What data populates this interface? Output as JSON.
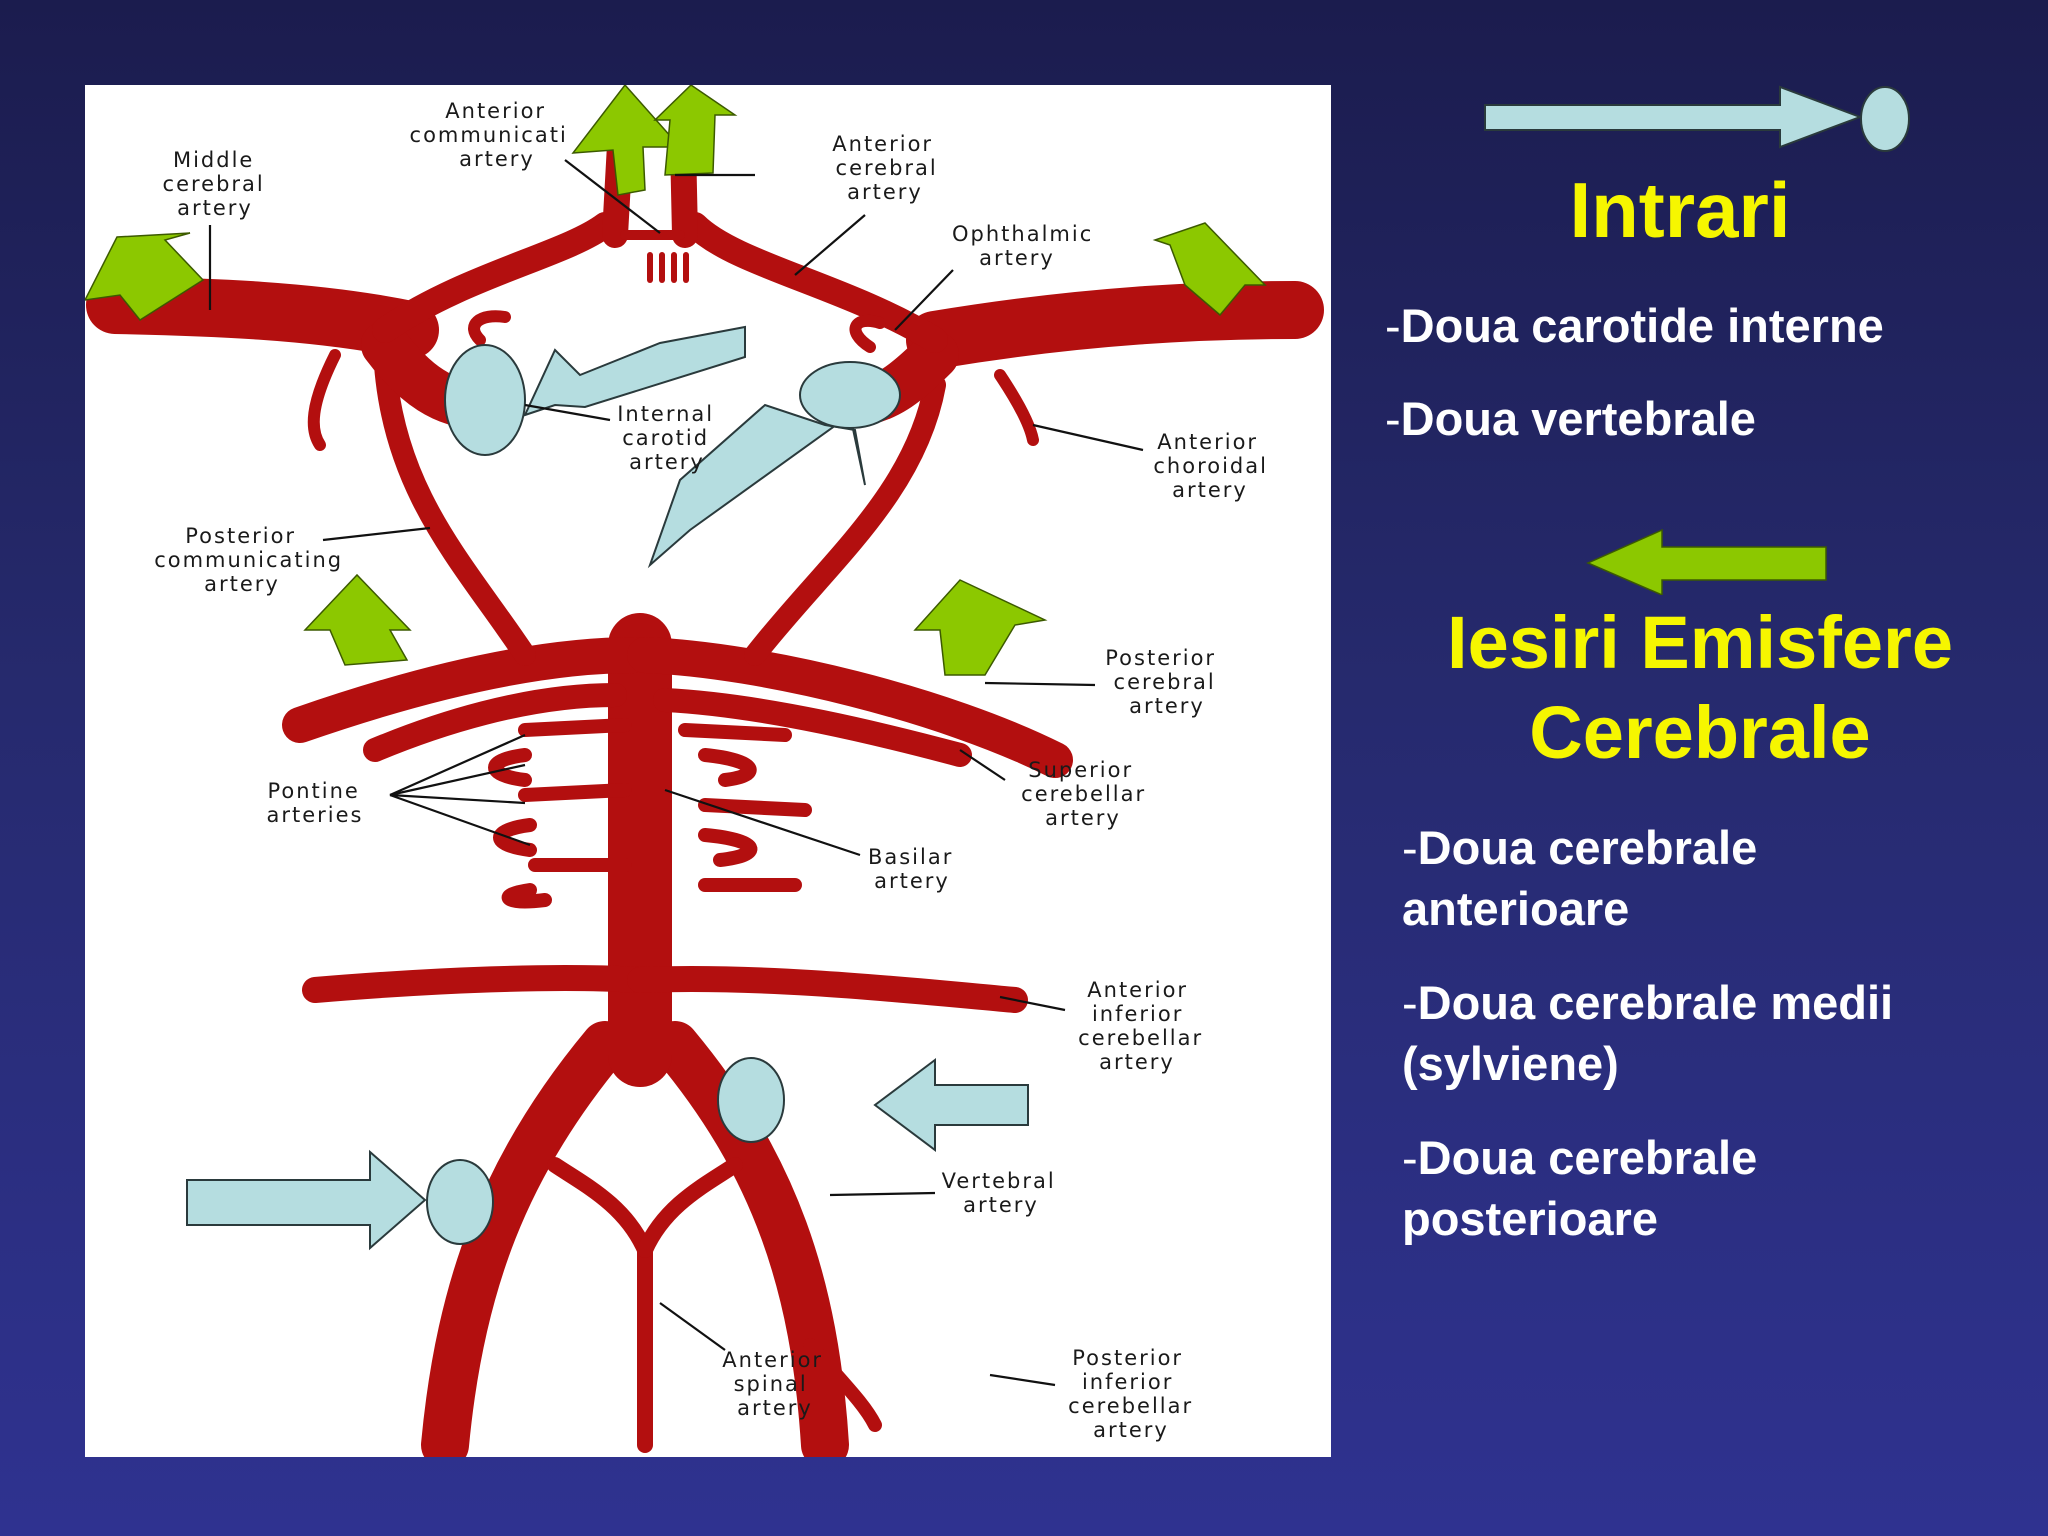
{
  "diagram": {
    "labels": {
      "anterior_communicating": [
        "Anterior",
        "communicati",
        "artery"
      ],
      "middle_cerebral": [
        "Middle",
        "cerebral",
        "artery"
      ],
      "anterior_cerebral": [
        "Anterior",
        "cerebral",
        "artery"
      ],
      "ophthalmic": [
        "Ophthalmic",
        "artery"
      ],
      "internal_carotid": [
        "Internal",
        "carotid",
        "artery"
      ],
      "anterior_choroidal": [
        "Anterior",
        "choroidal",
        "artery"
      ],
      "posterior_communicating": [
        "Posterior",
        "communicating",
        "artery"
      ],
      "posterior_cerebral": [
        "Posterior",
        "cerebral",
        "artery"
      ],
      "pontine": [
        "Pontine",
        "arteries"
      ],
      "superior_cerebellar": [
        "Superior",
        "cerebellar",
        "artery"
      ],
      "basilar": [
        "Basilar",
        "artery"
      ],
      "anterior_inferior_cerebellar": [
        "Anterior",
        "inferior",
        "cerebellar",
        "artery"
      ],
      "vertebral": [
        "Vertebral",
        "artery"
      ],
      "anterior_spinal": [
        "Anterior",
        "spinal",
        "artery"
      ],
      "posterior_inferior_cerebellar": [
        "Posterior",
        "inferior",
        "cerebellar",
        "artery"
      ]
    },
    "colors": {
      "artery": "#b30f0f",
      "inflow_arrow": "#b5dde0",
      "outflow_arrow": "#8cc800"
    }
  },
  "legend": {
    "inflow_icon": "light-blue-arrow-to-circle",
    "outflow_icon": "green-arrow-left"
  },
  "intrari": {
    "title": "Intrari",
    "items": [
      {
        "dash": "-",
        "text": "Doua carotide interne"
      },
      {
        "dash": "-",
        "text": "Doua vertebrale"
      }
    ]
  },
  "iesiri": {
    "title_line1": "Iesiri Emisfere",
    "title_line2": "Cerebrale",
    "items": [
      {
        "dash": "-",
        "line1": "Doua cerebrale",
        "line2": "anterioare"
      },
      {
        "dash": "-",
        "line1": "Doua cerebrale medii",
        "line2": "(sylviene)"
      },
      {
        "dash": "-",
        "line1": "Doua cerebrale",
        "line2": "posterioare"
      }
    ]
  },
  "colors": {
    "heading": "#f6f600",
    "text": "#ffffff",
    "background": "#262a6e"
  }
}
